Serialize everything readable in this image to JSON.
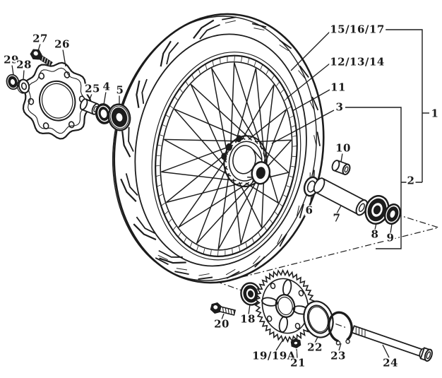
{
  "diagram": {
    "description": "Exploded parts diagram of a spoked wheel assembly"
  },
  "colors": {
    "background": "#ffffff",
    "ink": "#1c1c1c"
  },
  "callouts": [
    {
      "id": "27",
      "label": "27"
    },
    {
      "id": "26",
      "label": "26"
    },
    {
      "id": "29",
      "label": "29"
    },
    {
      "id": "28",
      "label": "28"
    },
    {
      "id": "25",
      "label": "25"
    },
    {
      "id": "4",
      "label": "4"
    },
    {
      "id": "5",
      "label": "5"
    },
    {
      "id": "15-16-17",
      "label": "15/16/17"
    },
    {
      "id": "12-13-14",
      "label": "12/13/14"
    },
    {
      "id": "11",
      "label": "11"
    },
    {
      "id": "3",
      "label": "3"
    },
    {
      "id": "1",
      "label": "1"
    },
    {
      "id": "2",
      "label": "2"
    },
    {
      "id": "10",
      "label": "10"
    },
    {
      "id": "6",
      "label": "6"
    },
    {
      "id": "7",
      "label": "7"
    },
    {
      "id": "8",
      "label": "8"
    },
    {
      "id": "9",
      "label": "9"
    },
    {
      "id": "20",
      "label": "20"
    },
    {
      "id": "18",
      "label": "18"
    },
    {
      "id": "19-19A",
      "label": "19/19A"
    },
    {
      "id": "21",
      "label": "21"
    },
    {
      "id": "22",
      "label": "22"
    },
    {
      "id": "23",
      "label": "23"
    },
    {
      "id": "24",
      "label": "24"
    }
  ]
}
